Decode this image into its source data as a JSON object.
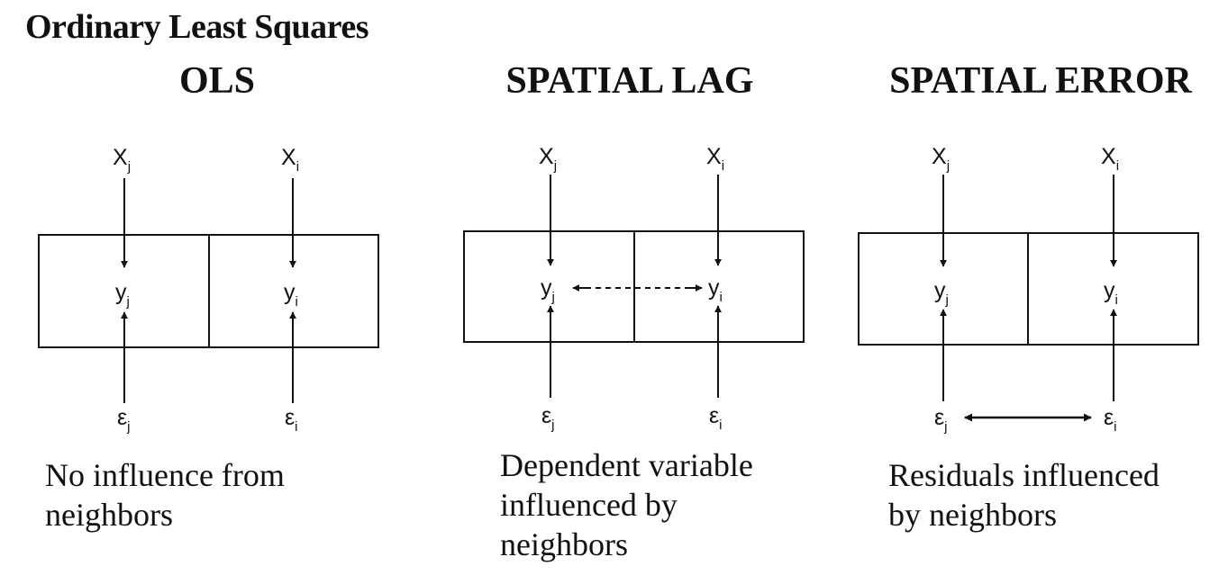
{
  "title": "Ordinary Least Squares",
  "panels": [
    {
      "id": "ols",
      "title": "OLS",
      "caption": [
        "No influence from",
        "neighbors"
      ],
      "labels": {
        "x_left": {
          "base": "X",
          "sub": "j"
        },
        "x_right": {
          "base": "X",
          "sub": "i"
        },
        "y_left": {
          "base": "y",
          "sub": "j"
        },
        "y_right": {
          "base": "y",
          "sub": "i"
        },
        "e_left": {
          "base": "ε",
          "sub": "j"
        },
        "e_right": {
          "base": "ε",
          "sub": "i"
        }
      },
      "link": "none"
    },
    {
      "id": "spatial-lag",
      "title": "SPATIAL LAG",
      "caption": [
        "Dependent variable",
        "influenced by",
        "neighbors"
      ],
      "labels": {
        "x_left": {
          "base": "X",
          "sub": "j"
        },
        "x_right": {
          "base": "X",
          "sub": "i"
        },
        "y_left": {
          "base": "y",
          "sub": "j"
        },
        "y_right": {
          "base": "y",
          "sub": "i"
        },
        "e_left": {
          "base": "ε",
          "sub": "j"
        },
        "e_right": {
          "base": "ε",
          "sub": "i"
        }
      },
      "link": "dashed between y"
    },
    {
      "id": "spatial-error",
      "title": "SPATIAL ERROR",
      "caption": [
        "Residuals influenced",
        "by neighbors"
      ],
      "labels": {
        "x_left": {
          "base": "X",
          "sub": "j"
        },
        "x_right": {
          "base": "X",
          "sub": "i"
        },
        "y_left": {
          "base": "y",
          "sub": "j"
        },
        "y_right": {
          "base": "y",
          "sub": "i"
        },
        "e_left": {
          "base": "ε",
          "sub": "j"
        },
        "e_right": {
          "base": "ε",
          "sub": "i"
        }
      },
      "link": "solid between ε"
    }
  ],
  "colors": {
    "ink": "#111111",
    "background": "#ffffff"
  }
}
